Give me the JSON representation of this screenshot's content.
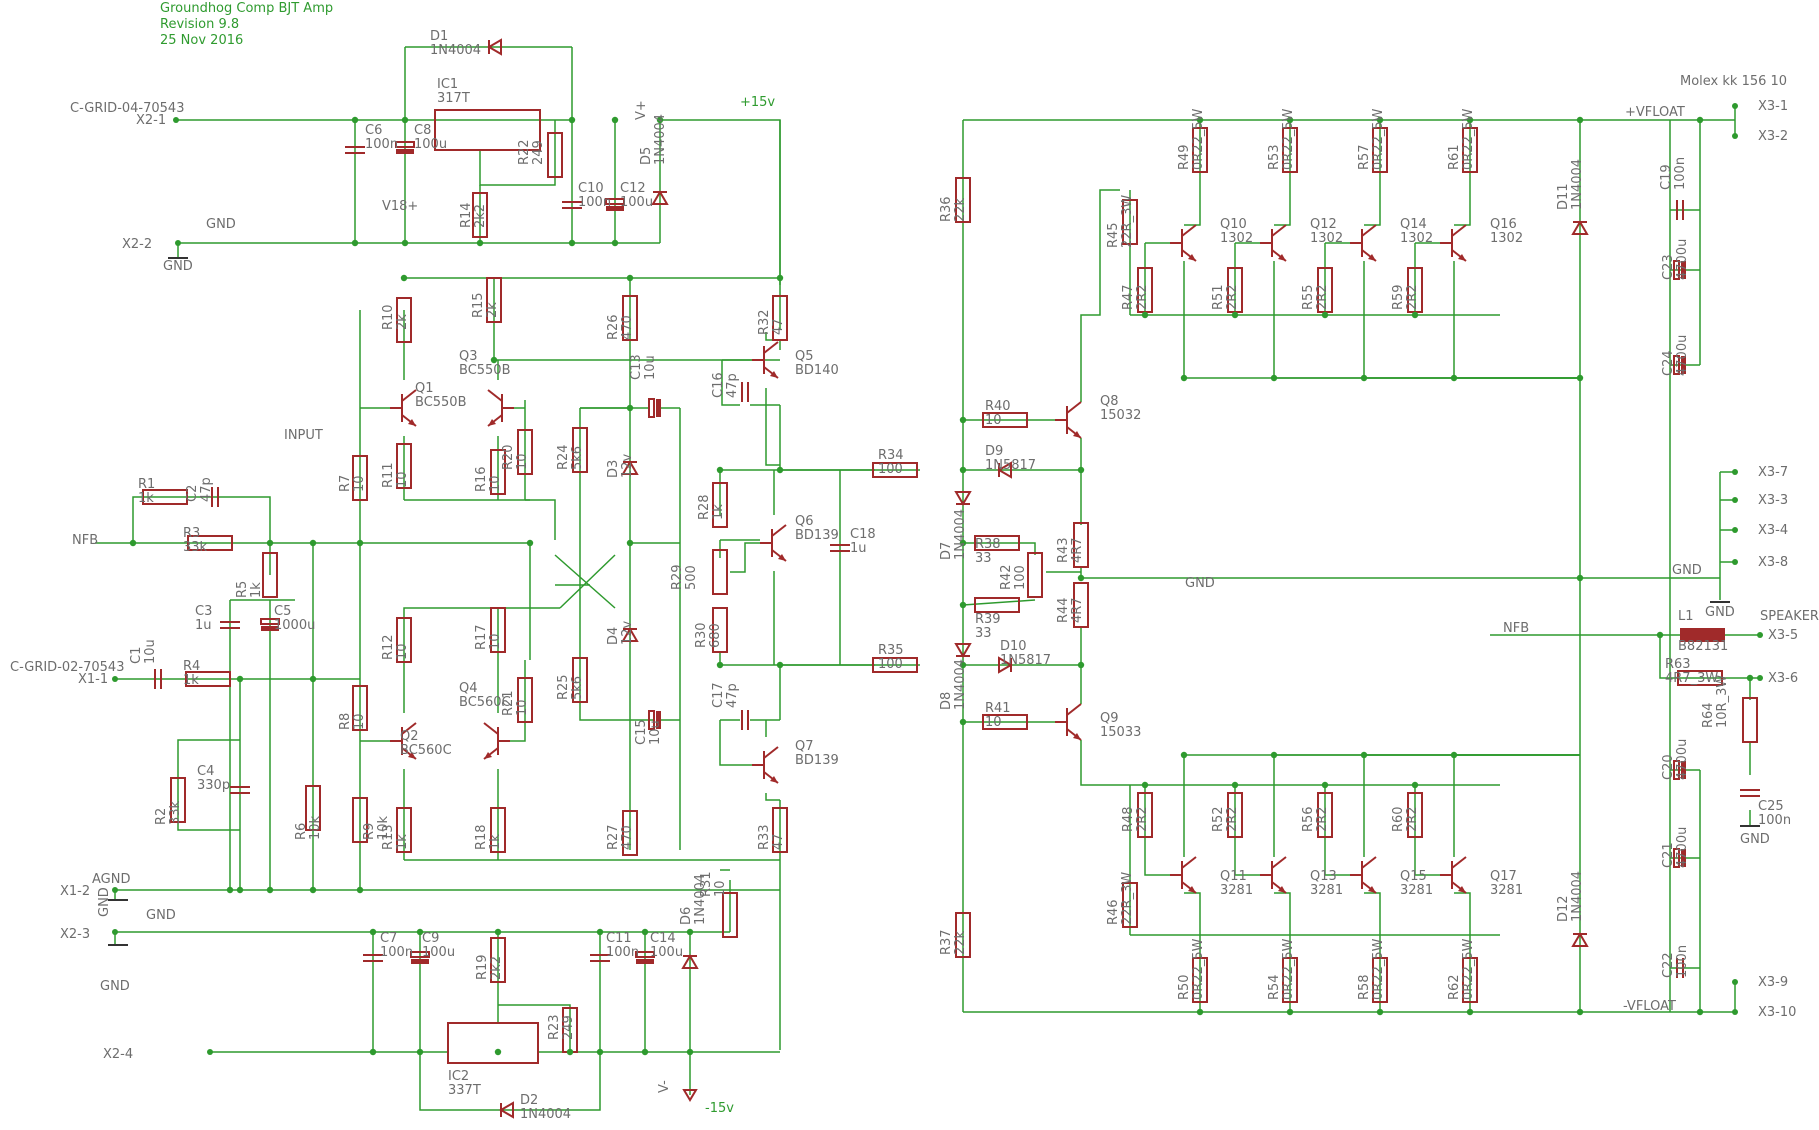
{
  "header": {
    "title": "Groundhog Comp BJT Amp",
    "revision": "Revision 9.8",
    "date": "25 Nov 2016"
  },
  "connectors": {
    "x2_part": "C-GRID-04-70543",
    "x1_part": "C-GRID-02-70543",
    "x3_part": "Molex kk 156 10",
    "x2_pins": [
      "X2-1",
      "X2-2",
      "X2-3",
      "X2-4"
    ],
    "x1_pins": [
      "X1-1",
      "X1-2"
    ],
    "x3_pins": [
      "X3-1",
      "X3-2",
      "X3-7",
      "X3-3",
      "X3-4",
      "X3-8",
      "X3-5",
      "X3-6",
      "X3-9",
      "X3-10"
    ]
  },
  "nets": {
    "p15": "+15v",
    "m15": "-15v",
    "vplus": "V+",
    "vminus": "V-",
    "v18": "V18+",
    "gnd": "GND",
    "agnd": "AGND",
    "nfb": "NFB",
    "input": "INPUT",
    "vfloat_p": "+VFLOAT",
    "vfloat_m": "-VFLOAT",
    "speaker": "SPEAKER"
  },
  "components": {
    "D1": [
      "D1",
      "1N4004"
    ],
    "D2": [
      "D2",
      "1N4004"
    ],
    "D5": [
      "D5",
      "1N4004"
    ],
    "D6": [
      "D6",
      "1N4004"
    ],
    "IC1": [
      "IC1",
      "317T"
    ],
    "IC2": [
      "IC2",
      "337T"
    ],
    "C6": [
      "C6",
      "100n"
    ],
    "C8": [
      "C8",
      "100u"
    ],
    "C10": [
      "C10",
      "100n"
    ],
    "C12": [
      "C12",
      "100u"
    ],
    "C7": [
      "C7",
      "100n"
    ],
    "C9": [
      "C9",
      "100u"
    ],
    "C11": [
      "C11",
      "100n"
    ],
    "C14": [
      "C14",
      "100u"
    ],
    "R22": [
      "R22",
      "249"
    ],
    "R14": [
      "R14",
      "2k2"
    ],
    "R19": [
      "R19",
      "2k2"
    ],
    "R23": [
      "R23",
      "249"
    ],
    "R31": [
      "R31",
      "10"
    ],
    "R1": [
      "R1",
      "1k"
    ],
    "C2": [
      "C2",
      "47p"
    ],
    "R3": [
      "R3",
      "33k"
    ],
    "R5": [
      "R5",
      "1k"
    ],
    "C3": [
      "C3",
      "1u"
    ],
    "C5": [
      "C5",
      "1000u"
    ],
    "C1": [
      "C1",
      "10u"
    ],
    "R4": [
      "R4",
      "1k"
    ],
    "R2": [
      "R2",
      "33k"
    ],
    "C4": [
      "C4",
      "330p"
    ],
    "R6": [
      "R6",
      "10k"
    ],
    "R9": [
      "R9",
      "10k"
    ],
    "R7": [
      "R7",
      "10"
    ],
    "R8": [
      "R8",
      "10"
    ],
    "R10": [
      "R10",
      "2k"
    ],
    "R11": [
      "R11",
      "10"
    ],
    "R12": [
      "R12",
      "10"
    ],
    "R13": [
      "R13",
      "1k"
    ],
    "R15": [
      "R15",
      "2k"
    ],
    "R16": [
      "R16",
      "10"
    ],
    "R17": [
      "R17",
      "10"
    ],
    "R18": [
      "R18",
      "1k"
    ],
    "R20": [
      "R20",
      "10"
    ],
    "R21": [
      "R21",
      "10"
    ],
    "Q1": [
      "Q1",
      "BC550B"
    ],
    "Q2": [
      "Q2",
      "BC560C"
    ],
    "Q3": [
      "Q3",
      "BC550B"
    ],
    "Q4": [
      "Q4",
      "BC560C"
    ],
    "R24": [
      "R24",
      "5k6"
    ],
    "R25": [
      "R25",
      "5k6"
    ],
    "R26": [
      "R26",
      "470"
    ],
    "R27": [
      "R27",
      "470"
    ],
    "D3": [
      "D3",
      "12v"
    ],
    "D4": [
      "D4",
      "12v"
    ],
    "C13": [
      "C13",
      "10u"
    ],
    "C15": [
      "C15",
      "10u"
    ],
    "Q5": [
      "Q5",
      "BD140"
    ],
    "Q6": [
      "Q6",
      "BD139"
    ],
    "Q7": [
      "Q7",
      "BD139"
    ],
    "R32": [
      "R32",
      "47"
    ],
    "R33": [
      "R33",
      "47"
    ],
    "C16": [
      "C16",
      "47p"
    ],
    "C17": [
      "C17",
      "47p"
    ],
    "R28": [
      "R28",
      "1k"
    ],
    "R29": [
      "R29",
      "500"
    ],
    "R30": [
      "R30",
      "680"
    ],
    "C18": [
      "C18",
      "1u"
    ],
    "R34": [
      "R34",
      "100"
    ],
    "R35": [
      "R35",
      "100"
    ],
    "R36": [
      "R36",
      "22k"
    ],
    "R37": [
      "R37",
      "22k"
    ],
    "D7": [
      "D7",
      "1N4004"
    ],
    "D8": [
      "D8",
      "1N4004"
    ],
    "R38": [
      "R38",
      "33"
    ],
    "R39": [
      "R39",
      "33"
    ],
    "R42": [
      "R42",
      "100"
    ],
    "R40": [
      "R40",
      "10"
    ],
    "R41": [
      "R41",
      "10"
    ],
    "D9": [
      "D9",
      "1N5817"
    ],
    "D10": [
      "D10",
      "1N5817"
    ],
    "Q8": [
      "Q8",
      "15032"
    ],
    "Q9": [
      "Q9",
      "15033"
    ],
    "R43": [
      "R43",
      "4R7"
    ],
    "R44": [
      "R44",
      "4R7"
    ],
    "R45": [
      "R45",
      "22R_3W"
    ],
    "R46": [
      "R46",
      "22R_3W"
    ],
    "R47": [
      "R47",
      "2R2"
    ],
    "R48": [
      "R48",
      "2R2"
    ],
    "R49": [
      "R49",
      "0R22_5W"
    ],
    "R50": [
      "R50",
      "0R22_5W"
    ],
    "R51": [
      "R51",
      "2R2"
    ],
    "R52": [
      "R52",
      "2R2"
    ],
    "R53": [
      "R53",
      "0R22_5W"
    ],
    "R54": [
      "R54",
      "0R22_5W"
    ],
    "R55": [
      "R55",
      "2R2"
    ],
    "R56": [
      "R56",
      "2R2"
    ],
    "R57": [
      "R57",
      "0R22_5W"
    ],
    "R58": [
      "R58",
      "0R22_5W"
    ],
    "R59": [
      "R59",
      "2R2"
    ],
    "R60": [
      "R60",
      "2R2"
    ],
    "R61": [
      "R61",
      "0R22_5W"
    ],
    "R62": [
      "R62",
      "0R22_5W"
    ],
    "Q10": [
      "Q10",
      "1302"
    ],
    "Q12": [
      "Q12",
      "1302"
    ],
    "Q14": [
      "Q14",
      "1302"
    ],
    "Q16": [
      "Q16",
      "1302"
    ],
    "Q11": [
      "Q11",
      "3281"
    ],
    "Q13": [
      "Q13",
      "3281"
    ],
    "Q15": [
      "Q15",
      "3281"
    ],
    "Q17": [
      "Q17",
      "3281"
    ],
    "D11": [
      "D11",
      "1N4004"
    ],
    "D12": [
      "D12",
      "1N4004"
    ],
    "C19": [
      "C19",
      "100n"
    ],
    "C23": [
      "C23",
      "4700u"
    ],
    "C24": [
      "C24",
      "4700u"
    ],
    "C20": [
      "C20",
      "4700u"
    ],
    "C21": [
      "C21",
      "4700u"
    ],
    "C22": [
      "C22",
      "100n"
    ],
    "L1": [
      "L1",
      "B82131"
    ],
    "R63": [
      "R63",
      "4R7_3W"
    ],
    "R64": [
      "R64",
      "10R_3W"
    ],
    "C25": [
      "C25",
      "100n"
    ]
  },
  "colors": {
    "wire": "#2e9a2e",
    "component": "#a02a2a",
    "label": "#6d6d6d",
    "title": "#2f9b2f"
  }
}
